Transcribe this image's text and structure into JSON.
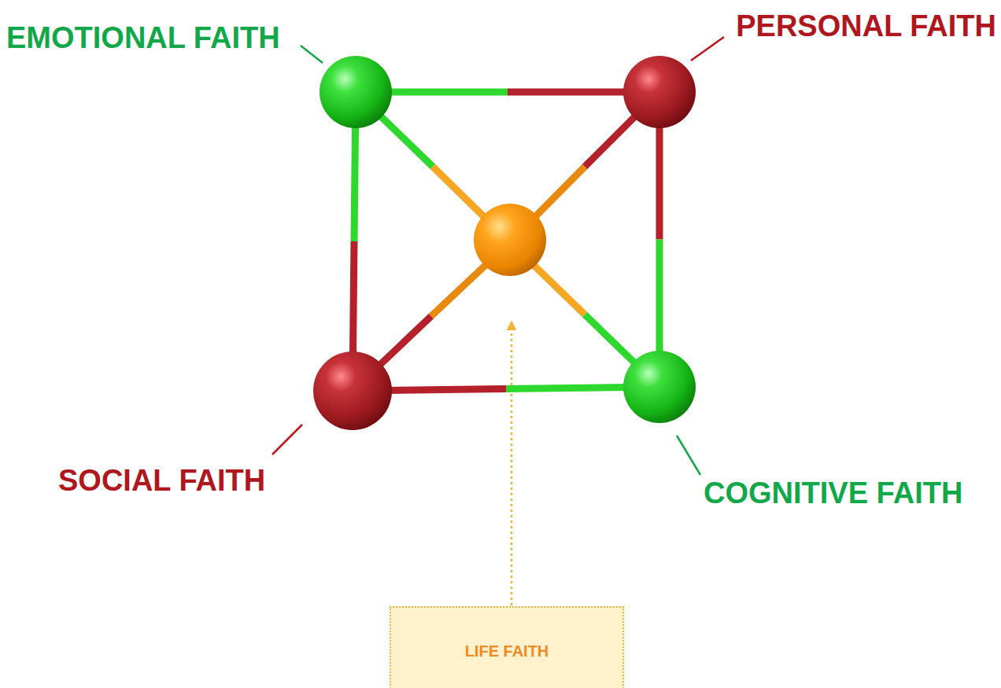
{
  "diagram": {
    "nodes": [
      {
        "text": [
          "EMOTIONAL FAITH"
        ]
      },
      {
        "text": [
          "PERSONAL FAITH"
        ]
      },
      {
        "text": [
          "SOCIAL FAITH"
        ]
      },
      {
        "text": [
          "COGNITIVE FAITH"
        ]
      },
      {
        "text": [
          "LIFE FAITH"
        ]
      }
    ],
    "edges": [
      {
        "from": 0,
        "to": 1,
        "arrow": "none"
      },
      {
        "from": 1,
        "to": 3,
        "arrow": "none"
      },
      {
        "from": 2,
        "to": 3,
        "arrow": "none"
      },
      {
        "from": 0,
        "to": 2,
        "arrow": "none"
      }
    ]
  }
}
